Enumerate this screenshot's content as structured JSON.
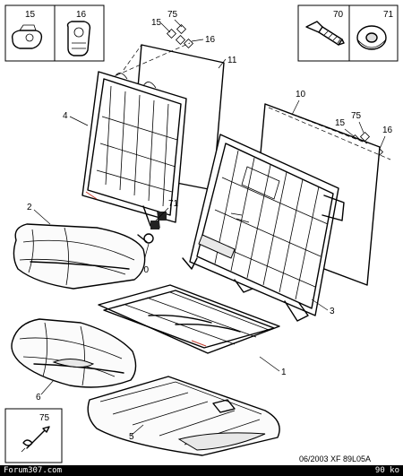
{
  "labels": {
    "tl_15": "15",
    "tl_16": "16",
    "tr_70": "70",
    "tr_71": "71",
    "bl_75": "75",
    "c_75": "75",
    "c_15": "15",
    "c_16": "16",
    "p11": "11",
    "p4": "4",
    "p10": "10",
    "r_15": "15",
    "r_75": "75",
    "r_16": "16",
    "p2": "2",
    "p71": "71",
    "p70": "70",
    "p3": "3",
    "p1": "1",
    "p6": "6",
    "p5": "5"
  },
  "footer": {
    "reference": "06/2003  XF 89L05A",
    "site": "Forum307.com",
    "size": "90 ko"
  }
}
